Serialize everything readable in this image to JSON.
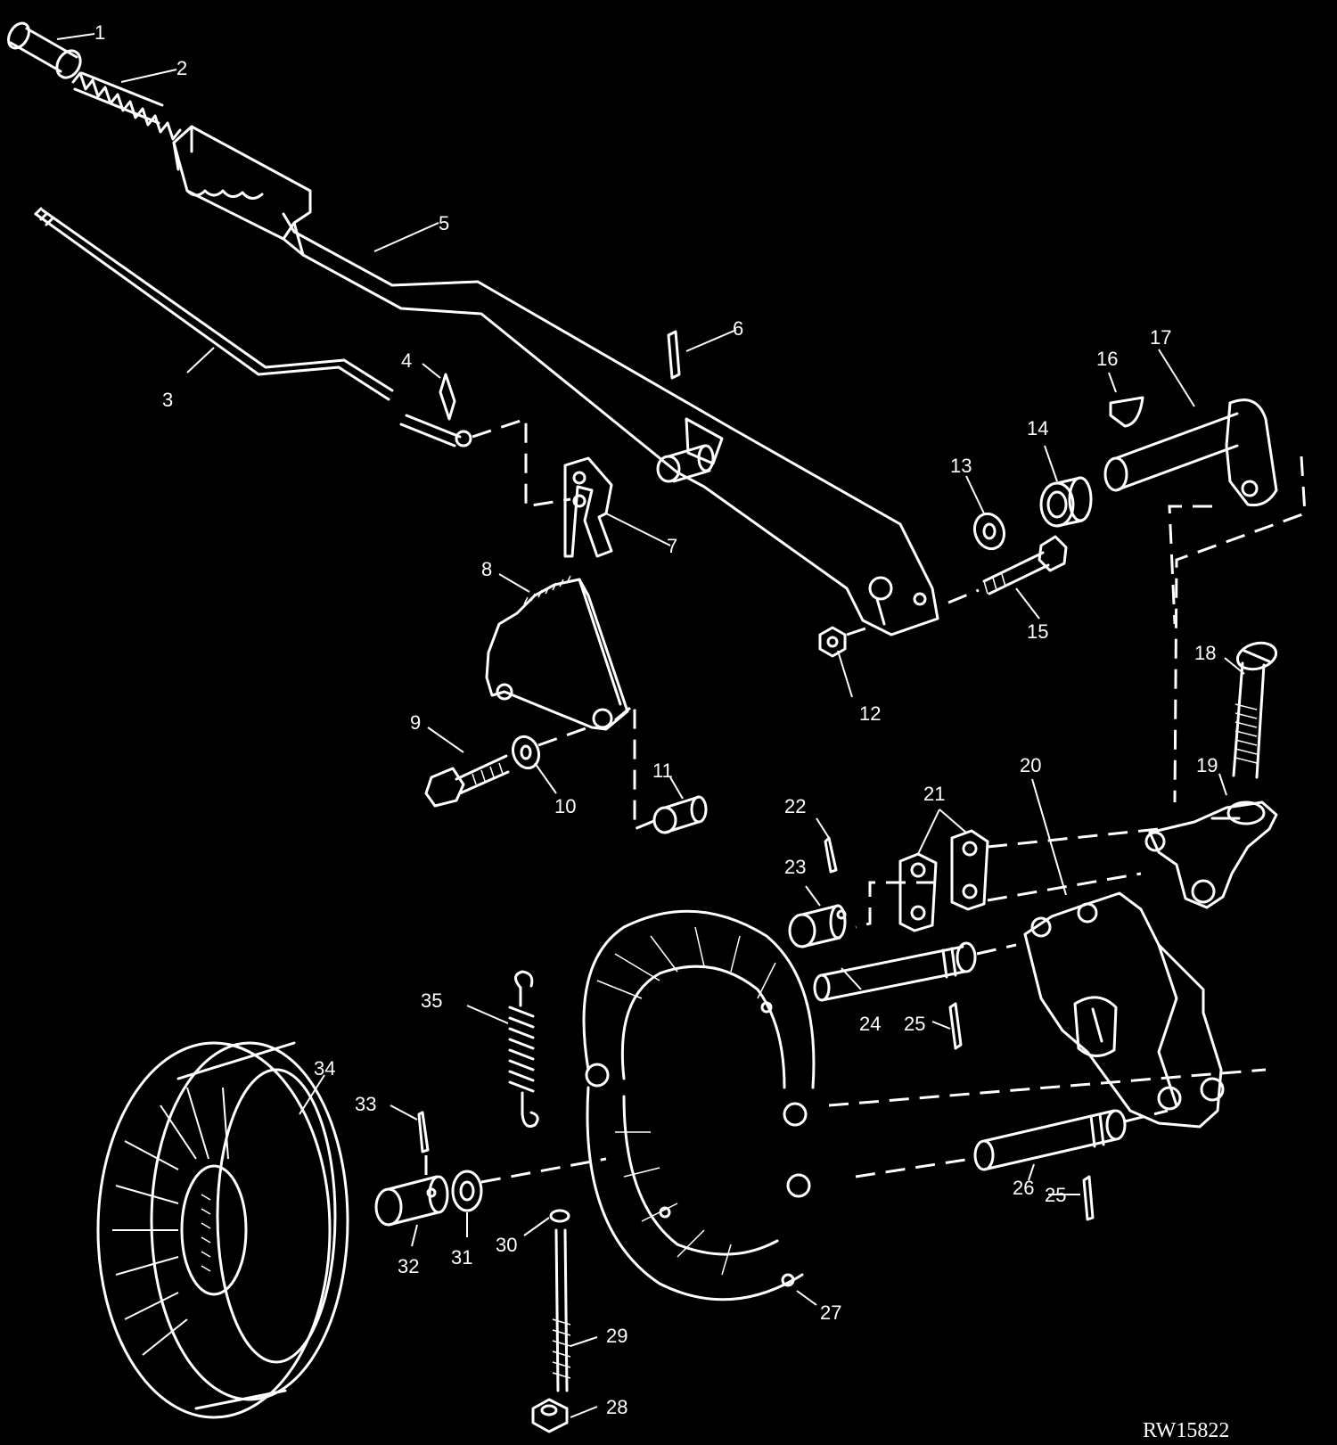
{
  "diagram": {
    "reference": "RW15822",
    "callouts": [
      "1",
      "2",
      "3",
      "4",
      "5",
      "6",
      "7",
      "8",
      "9",
      "10",
      "11",
      "12",
      "13",
      "14",
      "15",
      "16",
      "17",
      "18",
      "19",
      "20",
      "21",
      "22",
      "23",
      "24",
      "25",
      "25",
      "26",
      "27",
      "28",
      "29",
      "30",
      "31",
      "32",
      "33",
      "34",
      "35"
    ]
  }
}
